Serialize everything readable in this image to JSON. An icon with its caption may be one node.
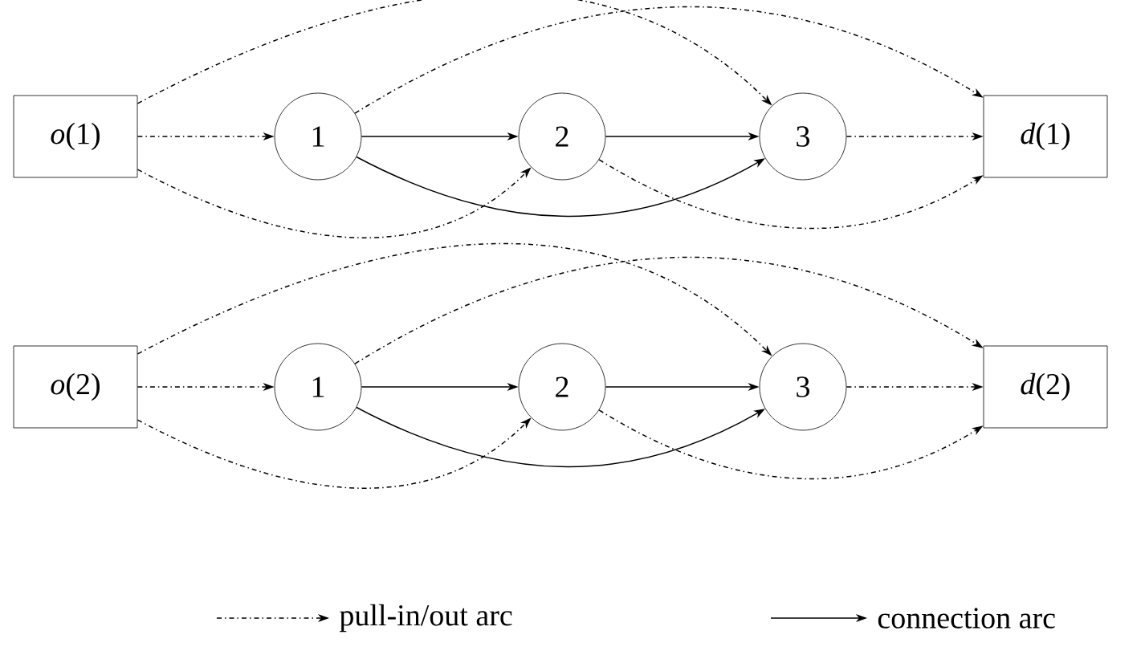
{
  "diagram": {
    "nodes": [
      {
        "text": [
          "*o*(1)"
        ]
      },
      {
        "text": [
          "1"
        ]
      },
      {
        "text": [
          "2"
        ]
      },
      {
        "text": [
          "3"
        ]
      },
      {
        "text": [
          "*d*(1)"
        ]
      },
      {
        "text": [
          "*o*(2)"
        ]
      },
      {
        "text": [
          "1"
        ]
      },
      {
        "text": [
          "2"
        ]
      },
      {
        "text": [
          "3"
        ]
      },
      {
        "text": [
          "*d*(2)"
        ]
      }
    ],
    "edges": [
      {
        "from": 0,
        "to": 1,
        "arrow": "to",
        "style": "dashed"
      },
      {
        "from": 0,
        "to": 3,
        "arrow": "to",
        "style": "dashed"
      },
      {
        "from": 0,
        "to": 2,
        "arrow": "to",
        "style": "dashed"
      },
      {
        "from": 1,
        "to": 2,
        "arrow": "to"
      },
      {
        "from": 2,
        "to": 3,
        "arrow": "to"
      },
      {
        "from": 1,
        "to": 3,
        "arrow": "to"
      },
      {
        "from": 1,
        "to": 4,
        "arrow": "to",
        "style": "dashed"
      },
      {
        "from": 2,
        "to": 4,
        "arrow": "to",
        "style": "dashed"
      },
      {
        "from": 3,
        "to": 4,
        "arrow": "to",
        "style": "dashed"
      },
      {
        "from": 5,
        "to": 6,
        "arrow": "to",
        "style": "dashed"
      },
      {
        "from": 5,
        "to": 8,
        "arrow": "to",
        "style": "dashed"
      },
      {
        "from": 5,
        "to": 7,
        "arrow": "to",
        "style": "dashed"
      },
      {
        "from": 6,
        "to": 7,
        "arrow": "to"
      },
      {
        "from": 7,
        "to": 8,
        "arrow": "to"
      },
      {
        "from": 6,
        "to": 8,
        "arrow": "to"
      },
      {
        "from": 6,
        "to": 9,
        "arrow": "to",
        "style": "dashed"
      },
      {
        "from": 7,
        "to": 9,
        "arrow": "to",
        "style": "dashed"
      },
      {
        "from": 8,
        "to": 9,
        "arrow": "to",
        "style": "dashed"
      }
    ],
    "legend": [
      {
        "text": "pull-in/out arc"
      },
      {
        "text": "connection arc"
      }
    ]
  }
}
